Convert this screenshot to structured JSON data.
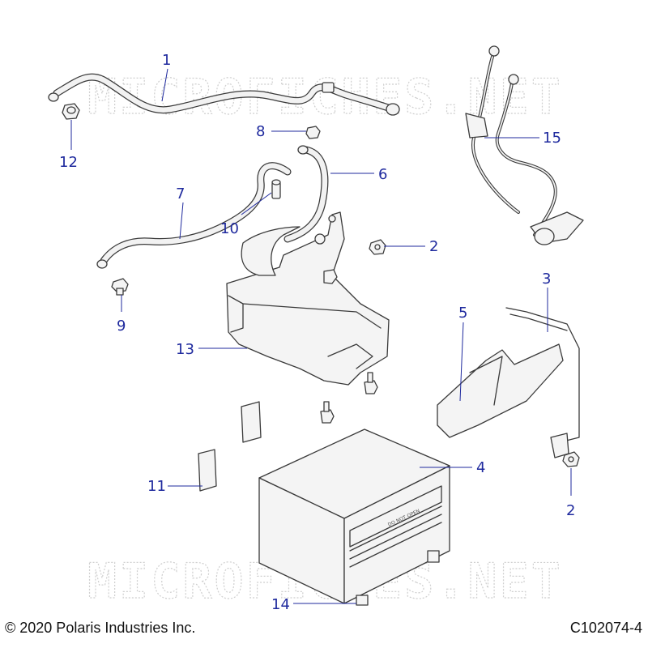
{
  "watermark": "MICROFICHES.NET",
  "label_text": "DO NOT OPEN",
  "footer": {
    "copyright": "© 2020 Polaris Industries Inc.",
    "code": "C102074-4"
  },
  "callouts": {
    "c1": "1",
    "c2a": "2",
    "c2b": "2",
    "c3": "3",
    "c4": "4",
    "c5": "5",
    "c6": "6",
    "c7": "7",
    "c8": "8",
    "c9": "9",
    "c10": "10",
    "c11": "11",
    "c12": "12",
    "c13": "13",
    "c14": "14",
    "c15": "15"
  }
}
